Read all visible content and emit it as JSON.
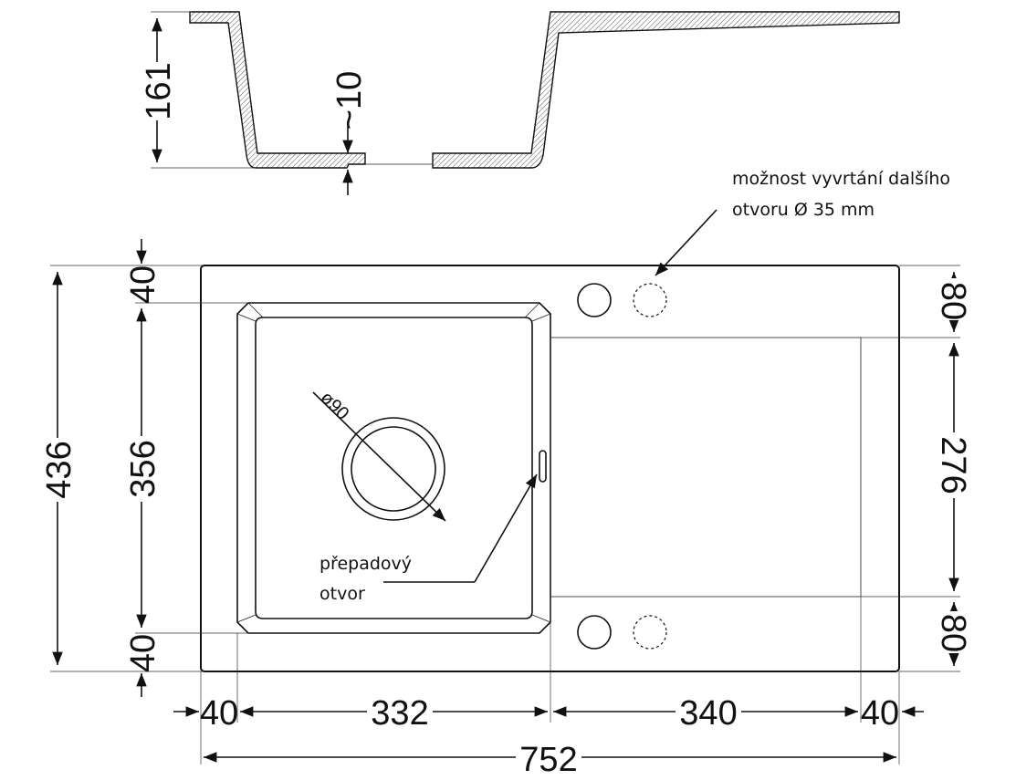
{
  "notes": {
    "extra_hole_line1": "možnost vyvrtání dalšího",
    "extra_hole_line2": "otvoru Ø 35 mm",
    "overflow_line1": "přepadový",
    "overflow_line2": "otvor"
  },
  "section": {
    "depth": "161",
    "bottom_thickness": "~10"
  },
  "plan": {
    "overall_height": "436",
    "bowl_height": "356",
    "top_margin": "40",
    "bottom_margin": "40",
    "drain_diameter": "ø90",
    "right_top": "80",
    "drainer_height": "276",
    "right_bottom": "80"
  },
  "widths": {
    "left_margin": "40",
    "bowl_width": "332",
    "drainer_width": "340",
    "right_margin": "40",
    "overall_width": "752"
  },
  "colors": {
    "line": "#111111",
    "hatch": "#555555",
    "background": "#ffffff"
  }
}
